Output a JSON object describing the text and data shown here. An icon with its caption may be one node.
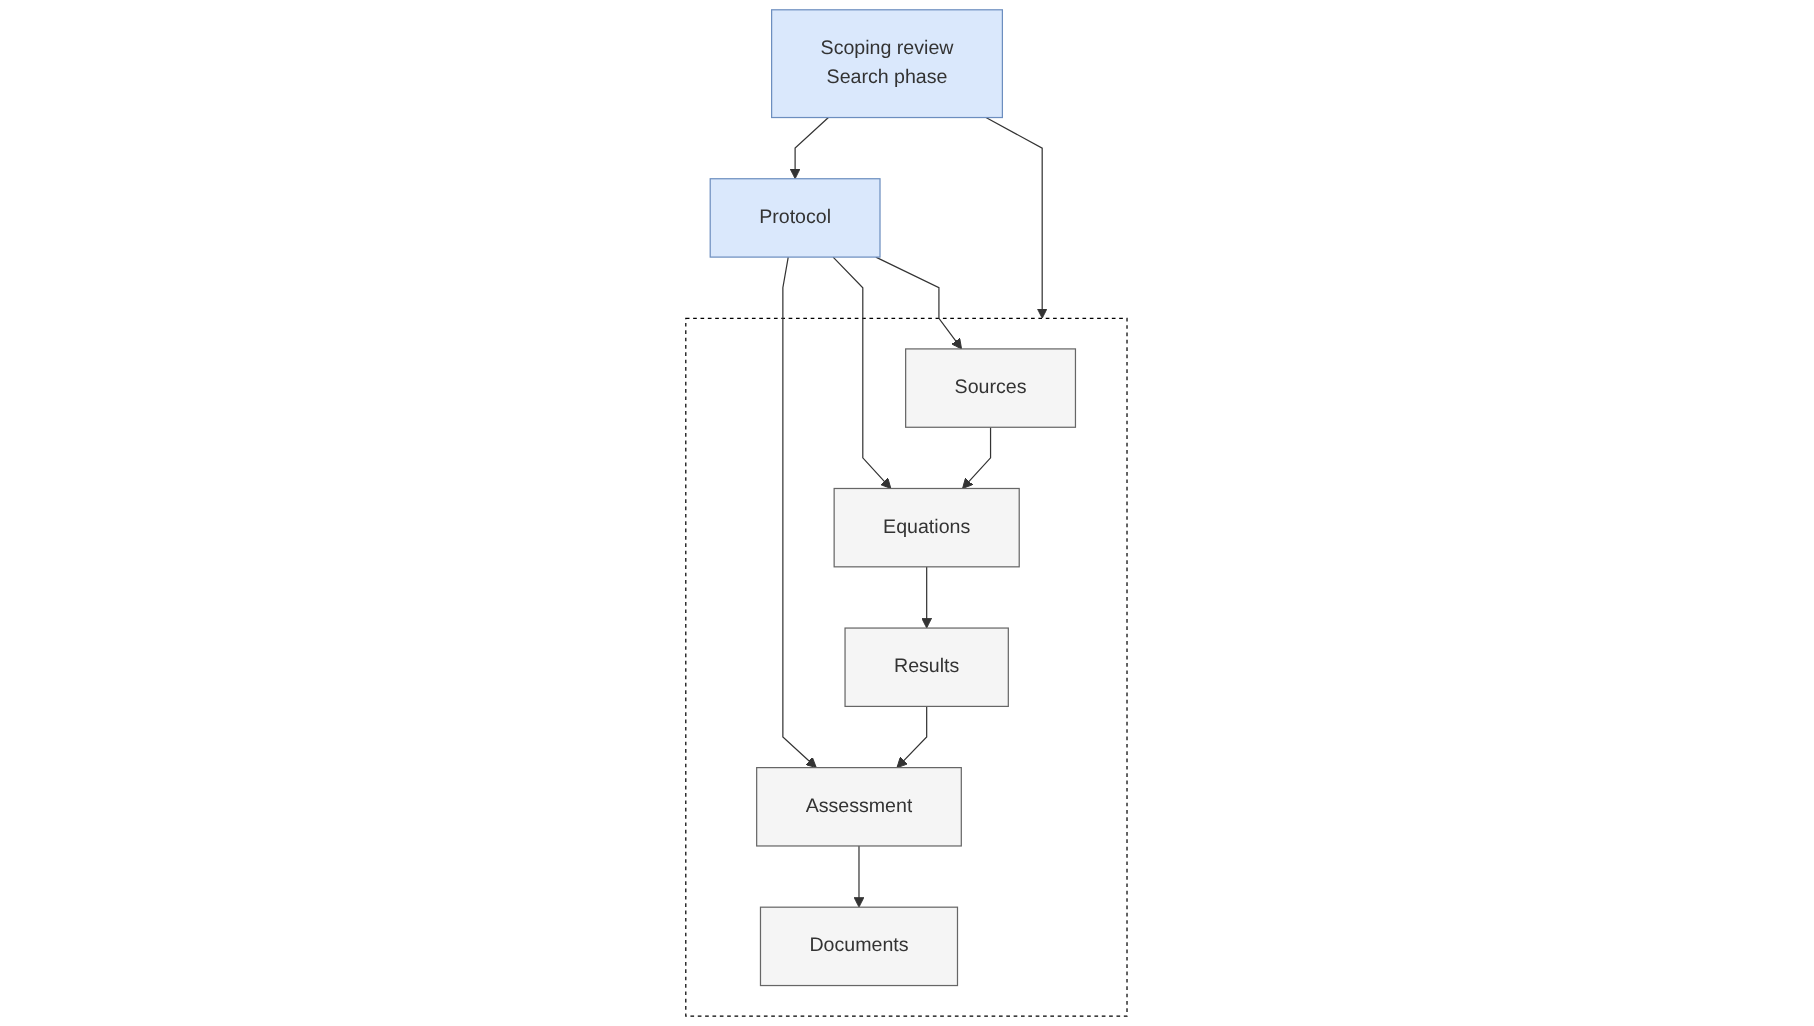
{
  "diagram": {
    "nodes": [
      {
        "text": [
          "Protocol"
        ]
      },
      {
        "text": [
          "Scoping review",
          "Search phase"
        ]
      },
      {
        "text": [],
        "shape": "box"
      },
      {
        "text": [
          "Sources"
        ],
        "in": 2
      },
      {
        "text": [
          "Equations"
        ],
        "in": 2
      },
      {
        "text": [
          "Results"
        ],
        "in": 2
      },
      {
        "text": [
          "Assessment"
        ],
        "in": 2
      },
      {
        "text": [
          "Documents"
        ],
        "in": 2
      }
    ],
    "edges": [
      {
        "from": 1,
        "to": 0,
        "arrow": "to"
      },
      {
        "from": 1,
        "to": 2,
        "arrow": "to"
      },
      {
        "from": 0,
        "to": 3,
        "arrow": "to"
      },
      {
        "from": 0,
        "to": 4,
        "arrow": "to"
      },
      {
        "from": 0,
        "to": 6,
        "arrow": "to"
      },
      {
        "from": 3,
        "to": 4,
        "arrow": "to"
      },
      {
        "from": 4,
        "to": 5,
        "arrow": "to"
      },
      {
        "from": 5,
        "to": 6,
        "arrow": "to"
      },
      {
        "from": 6,
        "to": 7,
        "arrow": "to"
      }
    ]
  }
}
